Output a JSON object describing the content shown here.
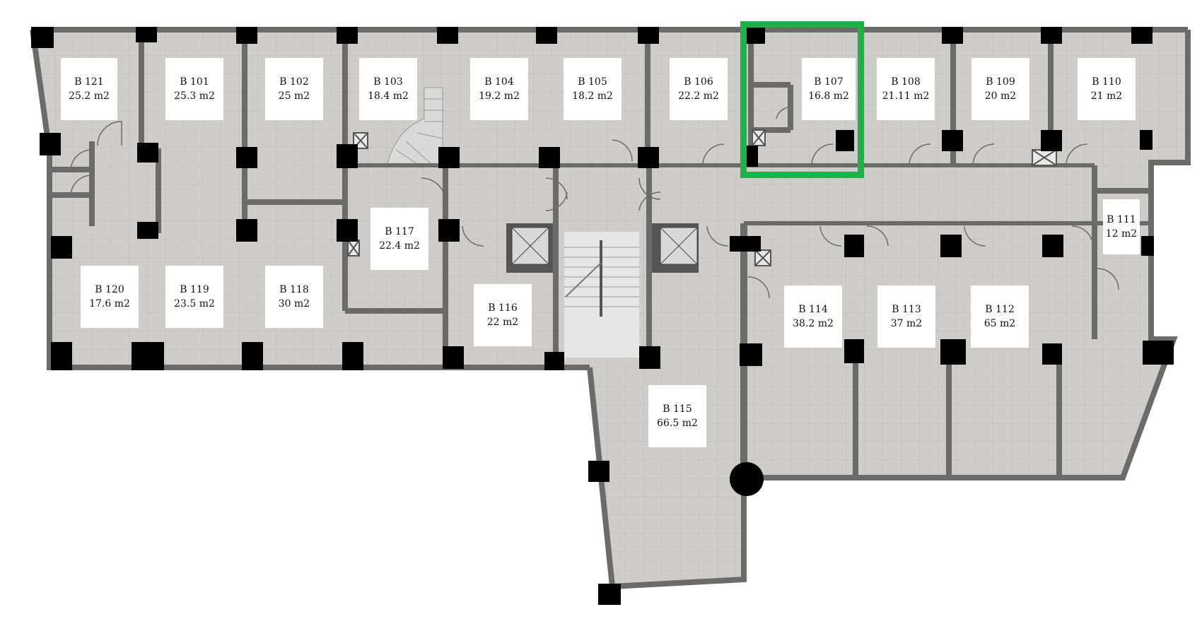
{
  "plan": {
    "colors": {
      "floor": "#cfcdc9",
      "floor_tile": "#c2c0bc",
      "wall": "#6b6b6b",
      "column": "#000000",
      "label_bg": "#ffffff",
      "highlight": "#20b04a"
    },
    "selected_unit": "B 107",
    "units": [
      {
        "id": "b121",
        "name": "B 121",
        "area": "25.2 m2"
      },
      {
        "id": "b101",
        "name": "B 101",
        "area": "25.3 m2"
      },
      {
        "id": "b102",
        "name": "B 102",
        "area": "25 m2"
      },
      {
        "id": "b103",
        "name": "B 103",
        "area": "18.4 m2"
      },
      {
        "id": "b104",
        "name": "B 104",
        "area": "19.2 m2"
      },
      {
        "id": "b105",
        "name": "B 105",
        "area": "18.2 m2"
      },
      {
        "id": "b106",
        "name": "B 106",
        "area": "22.2 m2"
      },
      {
        "id": "b107",
        "name": "B 107",
        "area": "16.8 m2"
      },
      {
        "id": "b108",
        "name": "B 108",
        "area": "21.11 m2"
      },
      {
        "id": "b109",
        "name": "B 109",
        "area": "20 m2"
      },
      {
        "id": "b110",
        "name": "B 110",
        "area": "21 m2"
      },
      {
        "id": "b111",
        "name": "B 111",
        "area": "12 m2"
      },
      {
        "id": "b117",
        "name": "B 117",
        "area": "22.4 m2"
      },
      {
        "id": "b120",
        "name": "B 120",
        "area": "17.6 m2"
      },
      {
        "id": "b119",
        "name": "B 119",
        "area": "23.5 m2"
      },
      {
        "id": "b118",
        "name": "B 118",
        "area": "30 m2"
      },
      {
        "id": "b116",
        "name": "B 116",
        "area": "22 m2"
      },
      {
        "id": "b114",
        "name": "B 114",
        "area": "38.2 m2"
      },
      {
        "id": "b113",
        "name": "B 113",
        "area": "37 m2"
      },
      {
        "id": "b112",
        "name": "B 112",
        "area": "65 m2"
      },
      {
        "id": "b115",
        "name": "B 115",
        "area": "66.5 m2"
      }
    ]
  }
}
